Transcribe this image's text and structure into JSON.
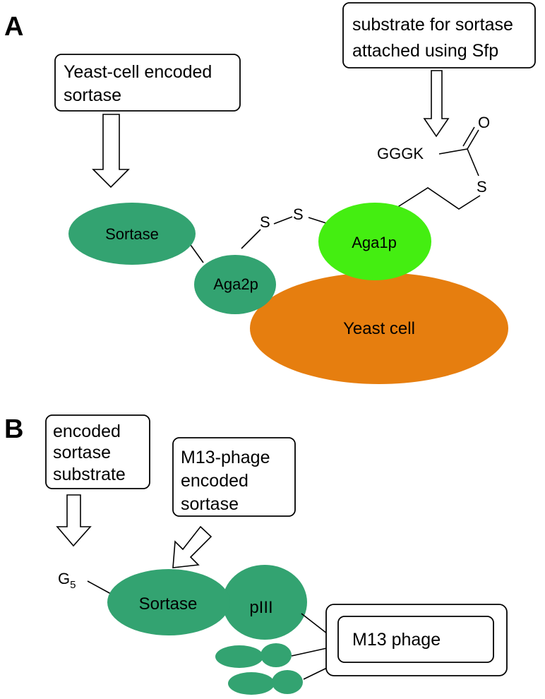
{
  "panel_a": {
    "label": "A",
    "sortase_box": [
      "Yeast-cell encoded",
      "sortase"
    ],
    "substrate_box": [
      "substrate for sortase",
      "attached using Sfp"
    ],
    "sortase": "Sortase",
    "aga2p": "Aga2p",
    "aga1p": "Aga1p",
    "yeast_cell": "Yeast cell",
    "peptide": "GGGK",
    "oxygen": "O",
    "sulfur": "S",
    "disulfide_s1": "S",
    "disulfide_s2": "S"
  },
  "panel_b": {
    "label": "B",
    "substrate_box": [
      "encoded",
      "sortase",
      "substrate"
    ],
    "phage_box": [
      "M13-phage",
      "encoded",
      "sortase"
    ],
    "g_label": "G",
    "g_subscript": "5",
    "sortase": "Sortase",
    "piii": "pIII",
    "phage": "M13 phage"
  },
  "colors": {
    "sortase_green": "#33a371",
    "aga1p_green": "#44ee11",
    "yeast_orange": "#e67e0f"
  }
}
